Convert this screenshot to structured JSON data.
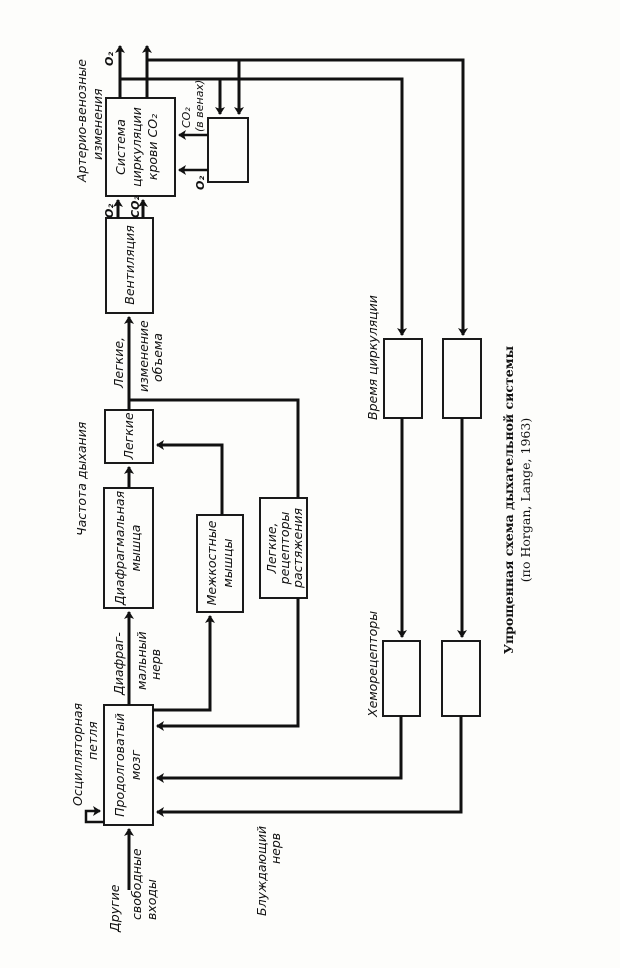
{
  "caption": {
    "title": "Упрощенная схема дыхательной системы",
    "source": "(по Horgan, Lange, 1963)"
  },
  "blocks": {
    "medulla": [
      "Продолговатый",
      "мозг"
    ],
    "diaphragm": [
      "Диафрагмальная",
      "мышца"
    ],
    "lungs": [
      "Легкие"
    ],
    "ventilation": [
      "Вентиляция"
    ],
    "blood_system": [
      "Система",
      "циркуляции",
      "крови CO₂"
    ],
    "intercostal": [
      "Межкостные",
      "мышцы"
    ],
    "stretch_receptors": [
      "Легкие,",
      "рецепторы",
      "растяжения"
    ],
    "mixing_box": [],
    "circulation_delay_1": [],
    "circulation_delay_2": [],
    "chemoreceptor_1": [],
    "chemoreceptor_2": []
  },
  "labels": {
    "other_inputs": [
      "Другие",
      "свободные",
      "входы"
    ],
    "oscillator_loop": [
      "Осцилляторная",
      "петля"
    ],
    "phrenic_nerve": [
      "Диафраг-",
      "мальный",
      "нерв"
    ],
    "breathing_rate": "Частота дыхания",
    "lung_volume_change": [
      "Легкие,",
      "изменение",
      "объема"
    ],
    "arterio_venous": [
      "Артерио-венозные",
      "изменения"
    ],
    "o2_out": "O₂",
    "o2_vent": "O₂",
    "co2_vent": "CO₂",
    "co2_veins": [
      "CO₂",
      "(в венах)"
    ],
    "o2_in": "O₂",
    "circulation_time": "Время циркуляции",
    "chemoreceptors": "Хеморецепторы",
    "vagus_nerve": [
      "Блуждающий",
      "нерв"
    ]
  }
}
